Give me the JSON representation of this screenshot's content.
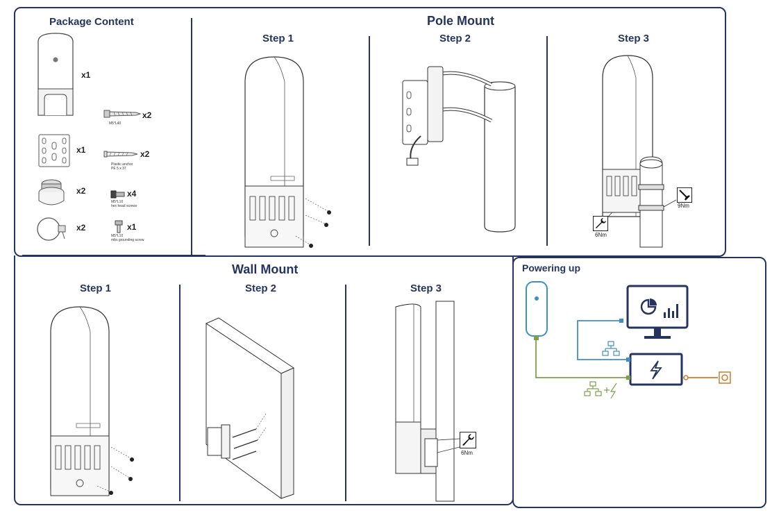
{
  "package": {
    "title": "Package Content",
    "items": [
      {
        "qty": "x1"
      },
      {
        "qty": "x2",
        "caption": "M5*L40"
      },
      {
        "qty": "x1"
      },
      {
        "qty": "x2",
        "caption_line1": "Plastic anchor",
        "caption_line2": "PE 5 x 37"
      },
      {
        "qty": "x2"
      },
      {
        "qty": "x4",
        "caption_line1": "M5*L10",
        "caption_line2": "hex head screws"
      },
      {
        "qty": "x2"
      },
      {
        "qty": "x1",
        "caption_line1": "M5*L10",
        "caption_line2": "mbs grounding screw"
      }
    ]
  },
  "pole_mount": {
    "title": "Pole Mount",
    "steps": [
      "Step 1",
      "Step 2",
      "Step 3"
    ],
    "torque": [
      "6Nm",
      "9Nm"
    ]
  },
  "wall_mount": {
    "title": "Wall Mount",
    "steps": [
      "Step 1",
      "Step 2",
      "Step 3"
    ],
    "torque": "6Nm"
  },
  "powering": {
    "title": "Powering up"
  },
  "colors": {
    "frame": "#24345f",
    "data_line": "#3e8ec9",
    "power_line": "#7da14b",
    "ac_line": "#d07a2c"
  }
}
